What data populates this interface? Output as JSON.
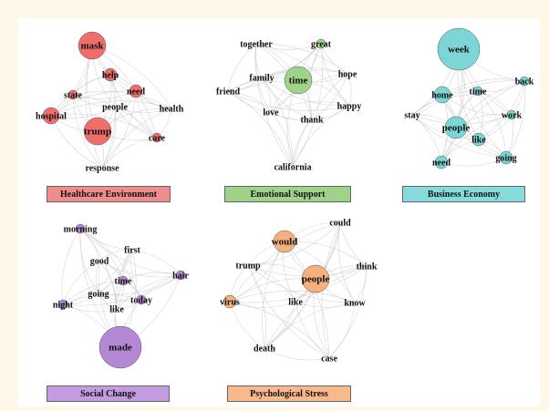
{
  "topics": [
    {
      "label": "Healthcare Environment",
      "color": "#ef6e6c",
      "box_color": "#f08c8c",
      "nodes": [
        {
          "word": "mask",
          "weight": 5
        },
        {
          "word": "help",
          "weight": 2
        },
        {
          "word": "state",
          "weight": 1
        },
        {
          "word": "need",
          "weight": 2
        },
        {
          "word": "hospital",
          "weight": 3
        },
        {
          "word": "people",
          "weight": 0
        },
        {
          "word": "health",
          "weight": 0
        },
        {
          "word": "trump",
          "weight": 5
        },
        {
          "word": "care",
          "weight": 1
        },
        {
          "word": "response",
          "weight": 0
        }
      ]
    },
    {
      "label": "Emotional Support",
      "color": "#9fd38a",
      "box_color": "#9fd38a",
      "nodes": [
        {
          "word": "together",
          "weight": 0
        },
        {
          "word": "great",
          "weight": 1
        },
        {
          "word": "hope",
          "weight": 0
        },
        {
          "word": "family",
          "weight": 0
        },
        {
          "word": "time",
          "weight": 5
        },
        {
          "word": "friend",
          "weight": 0
        },
        {
          "word": "happy",
          "weight": 0
        },
        {
          "word": "love",
          "weight": 0
        },
        {
          "word": "thank",
          "weight": 0
        },
        {
          "word": "california",
          "weight": 0
        }
      ]
    },
    {
      "label": "Business Economy",
      "color": "#7dd6d6",
      "box_color": "#86dcdc",
      "nodes": [
        {
          "word": "week",
          "weight": 6
        },
        {
          "word": "back",
          "weight": 1
        },
        {
          "word": "home",
          "weight": 3
        },
        {
          "word": "time",
          "weight": 1
        },
        {
          "word": "stay",
          "weight": 0
        },
        {
          "word": "work",
          "weight": 1
        },
        {
          "word": "people",
          "weight": 4
        },
        {
          "word": "like",
          "weight": 2
        },
        {
          "word": "need",
          "weight": 2
        },
        {
          "word": "going",
          "weight": 2
        }
      ]
    },
    {
      "label": "Social Change",
      "color": "#b588d6",
      "box_color": "#c49be0",
      "nodes": [
        {
          "word": "morning",
          "weight": 1
        },
        {
          "word": "first",
          "weight": 0
        },
        {
          "word": "good",
          "weight": 0
        },
        {
          "word": "hair",
          "weight": 1
        },
        {
          "word": "time",
          "weight": 1
        },
        {
          "word": "going",
          "weight": 0
        },
        {
          "word": "today",
          "weight": 1
        },
        {
          "word": "night",
          "weight": 1
        },
        {
          "word": "like",
          "weight": 0
        },
        {
          "word": "made",
          "weight": 6
        }
      ]
    },
    {
      "label": "Psychological Stress",
      "color": "#f6b07e",
      "box_color": "#f8b98c",
      "nodes": [
        {
          "word": "could",
          "weight": 0
        },
        {
          "word": "would",
          "weight": 4
        },
        {
          "word": "trump",
          "weight": 0
        },
        {
          "word": "think",
          "weight": 0
        },
        {
          "word": "people",
          "weight": 5
        },
        {
          "word": "virus",
          "weight": 2
        },
        {
          "word": "like",
          "weight": 0
        },
        {
          "word": "know",
          "weight": 0
        },
        {
          "word": "death",
          "weight": 0
        },
        {
          "word": "case",
          "weight": 0
        }
      ]
    }
  ]
}
